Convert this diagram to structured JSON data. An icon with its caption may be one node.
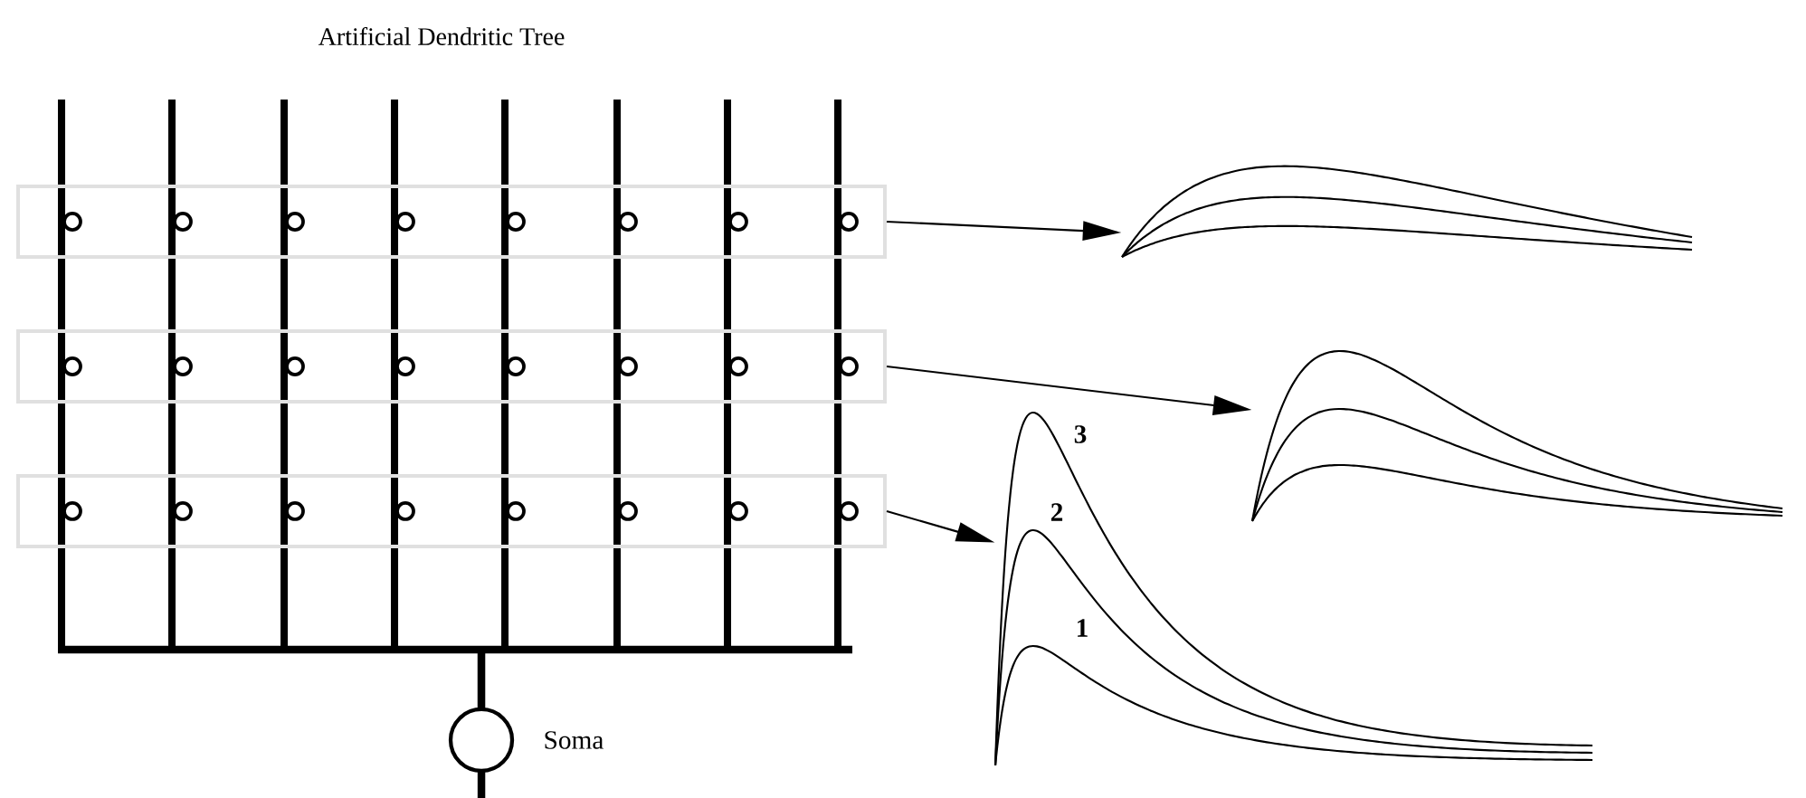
{
  "diagram": {
    "title": "Artificial Dendritic Tree",
    "nodes": [
      {
        "text": [],
        "shape": "box"
      },
      {
        "text": [],
        "shape": "box"
      },
      {
        "text": [],
        "shape": "box"
      },
      {
        "text": [],
        "shape": "picture"
      },
      {
        "text": [],
        "shape": "picture"
      },
      {
        "text": [],
        "shape": "picture"
      }
    ],
    "edges": [
      {
        "from": 0,
        "to": 3,
        "arrow": "to"
      },
      {
        "from": 1,
        "to": 4,
        "arrow": "to"
      },
      {
        "from": 2,
        "to": 5,
        "arrow": "to"
      }
    ],
    "labels": [
      "3",
      "2",
      "1",
      "Soma"
    ]
  }
}
